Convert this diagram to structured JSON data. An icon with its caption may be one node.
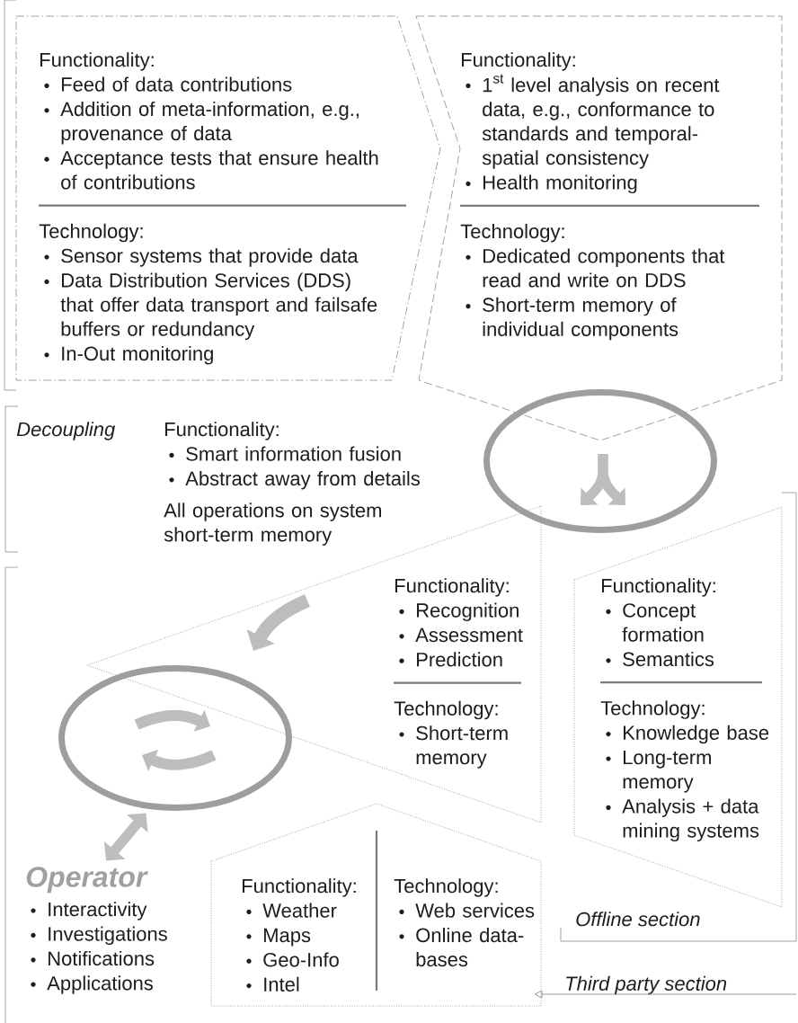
{
  "diagram": {
    "nodes": [
      {
        "text": [
          "Functionality:",
          "Feed of data contributions",
          "Addition of meta-information, e.g., provenance of data",
          "Acceptance tests that ensure health of contributions",
          "Technology:",
          "Sensor systems that provide data",
          "Data Distribution Services (DDS) that offer data transport and failsafe buffers or redundancy",
          "In-Out monitoring"
        ]
      },
      {
        "text": [
          "Functionality:",
          "\\text{1}^{\\text{st}}",
          "level analysis on recent data, e.g., conformance to standards and temporal-spatial consistency",
          "Health monitoring",
          "Technology:",
          "Dedicated components that read and write on DDS",
          "Short-term memory of individual components"
        ]
      },
      {
        "text": [],
        "shape": "ellipse"
      },
      {
        "text": [
          "Functionality:",
          "Recognition",
          "Assessment",
          "Prediction",
          "Technology:",
          "Short-term memory"
        ]
      },
      {
        "text": [
          "Functionality:",
          "Concept formation",
          "Semantics",
          "Technology:",
          "Knowledge base",
          "Long-term memory",
          "Analysis + data mining systems"
        ]
      },
      {
        "text": [],
        "shape": "ellipse"
      },
      {
        "text": [
          "Operator",
          "Interactivity",
          "Investigations",
          "Notifications",
          "Applications"
        ]
      },
      {
        "text": [
          "Functionality:",
          "Weather",
          "Maps",
          "Geo-Info",
          "Intel",
          "Technology:",
          "Web services",
          "Online data-bases"
        ]
      },
      {
        "text": [
          "Third party section"
        ]
      }
    ],
    "edges": [
      {
        "from": 5,
        "to": 6,
        "arrow": "both",
        "style": "thick",
        "color": "#bdbdbd"
      },
      {
        "from": 8,
        "to": 7,
        "arrow": "to"
      }
    ],
    "labels": [
      "Decoupling",
      "Functionality:",
      "Smart information fusion",
      "Abstract away from details",
      "All operations on system short-term memory",
      "Offline section"
    ]
  }
}
